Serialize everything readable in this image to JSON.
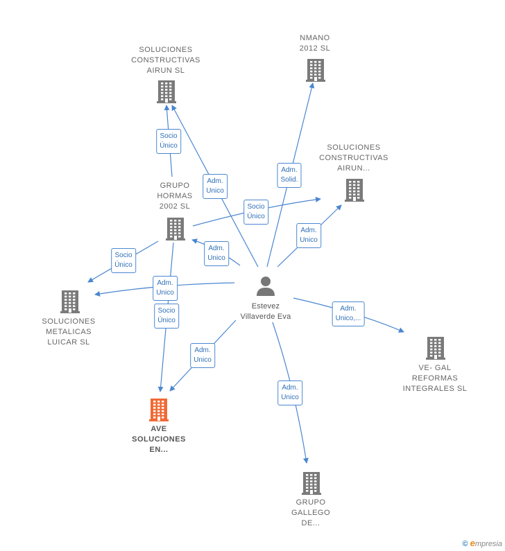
{
  "person": {
    "name_line1": "Estevez",
    "name_line2": "Villaverde Eva"
  },
  "companies": [
    {
      "id": "airun_sl",
      "lines": [
        "SOLUCIONES",
        "CONSTRUCTIVAS",
        "AIRUN  SL"
      ],
      "highlight": false
    },
    {
      "id": "nmano",
      "lines": [
        "NMANO",
        "2012 SL"
      ],
      "highlight": false
    },
    {
      "id": "airun_dots",
      "lines": [
        "SOLUCIONES",
        "CONSTRUCTIVAS",
        "AIRUN..."
      ],
      "highlight": false
    },
    {
      "id": "hormas",
      "lines": [
        "GRUPO",
        "HORMAS",
        "2002  SL"
      ],
      "highlight": false
    },
    {
      "id": "luicar",
      "lines": [
        "SOLUCIONES",
        "METALICAS",
        "LUICAR  SL"
      ],
      "highlight": false
    },
    {
      "id": "vegal",
      "lines": [
        "VE- GAL",
        "REFORMAS",
        "INTEGRALES SL"
      ],
      "highlight": false
    },
    {
      "id": "ave",
      "lines": [
        "AVE",
        "SOLUCIONES",
        "EN..."
      ],
      "highlight": true
    },
    {
      "id": "gallego",
      "lines": [
        "GRUPO",
        "GALLEGO",
        "DE..."
      ],
      "highlight": false
    }
  ],
  "relations": [
    {
      "id": "r1",
      "lines": [
        "Socio",
        "Único"
      ]
    },
    {
      "id": "r2",
      "lines": [
        "Adm.",
        "Unico"
      ]
    },
    {
      "id": "r3",
      "lines": [
        "Adm.",
        "Solid."
      ]
    },
    {
      "id": "r4",
      "lines": [
        "Socio",
        "Único"
      ]
    },
    {
      "id": "r5",
      "lines": [
        "Adm.",
        "Unico"
      ]
    },
    {
      "id": "r6",
      "lines": [
        "Adm.",
        "Unico"
      ]
    },
    {
      "id": "r7",
      "lines": [
        "Socio",
        "Único"
      ]
    },
    {
      "id": "r8",
      "lines": [
        "Adm.",
        "Unico"
      ]
    },
    {
      "id": "r9",
      "lines": [
        "Socio",
        "Único"
      ]
    },
    {
      "id": "r10",
      "lines": [
        "Adm.",
        "Unico,..."
      ]
    },
    {
      "id": "r11",
      "lines": [
        "Adm.",
        "Unico"
      ]
    },
    {
      "id": "r12",
      "lines": [
        "Adm.",
        "Unico"
      ]
    }
  ],
  "colors": {
    "edge": "#4a86d0",
    "building": "#7a7a7a",
    "building_highlight": "#f06a35",
    "person": "#777777"
  },
  "brand": {
    "copyright": "©",
    "initial": "e",
    "name": "mpresia"
  }
}
